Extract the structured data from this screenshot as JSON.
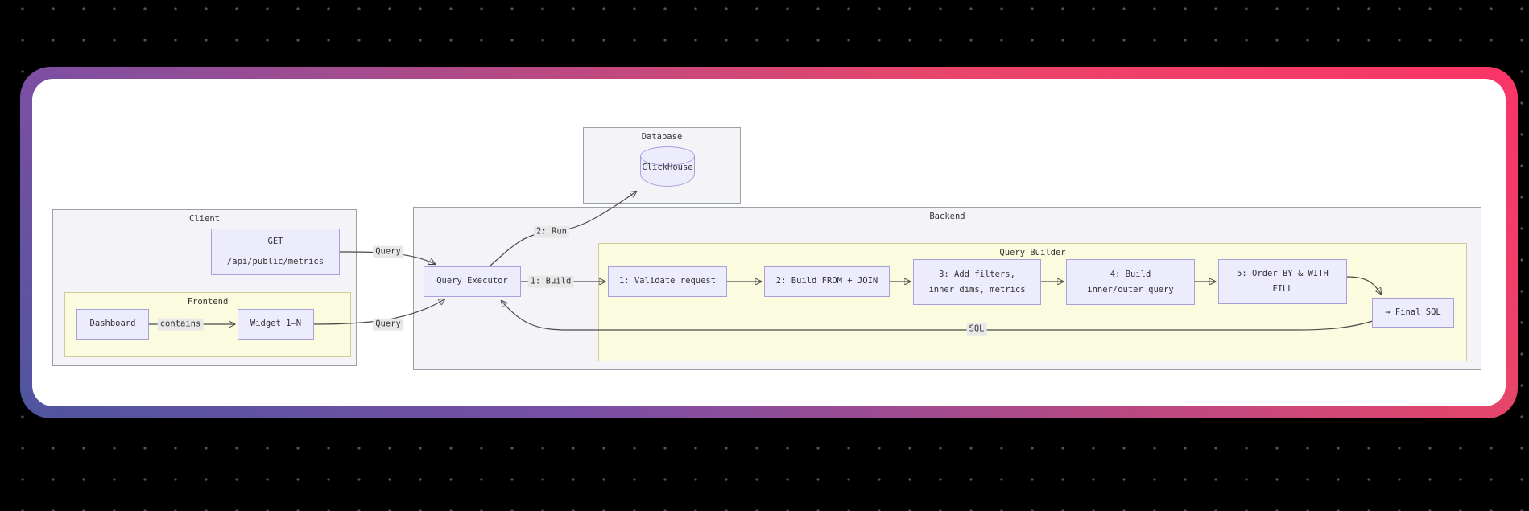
{
  "diagram": {
    "clusters": {
      "database": "Database",
      "client": "Client",
      "frontend": "Frontend",
      "backend": "Backend",
      "queryBuilder": "Query Builder"
    },
    "nodes": {
      "clickhouse": "ClickHouse",
      "getEndpoint": {
        "line1": "GET",
        "line2": "/api/public/metrics"
      },
      "dashboard": "Dashboard",
      "widget": "Widget 1–N",
      "queryExecutor": "Query Executor",
      "step1": "1: Validate request",
      "step2": "2: Build FROM + JOIN",
      "step3": {
        "line1": "3: Add filters,",
        "line2": "inner dims, metrics"
      },
      "step4": {
        "line1": "4: Build",
        "line2": "inner/outer query"
      },
      "step5": {
        "line1": "5: Order BY & WITH",
        "line2": "FILL"
      },
      "finalSql": "→ Final SQL"
    },
    "edgeLabels": {
      "queryTop": "Query",
      "queryBottom": "Query",
      "contains": "contains",
      "run": "2: Run",
      "build": "1: Build",
      "sql": "SQL"
    },
    "colors": {
      "nodeFill": "#ececfd",
      "nodeBorder": "#a8a0d9",
      "clusterGrayFill": "#f4f4f8",
      "clusterGrayBorder": "#9aa0a8",
      "clusterYellowFill": "#fbfbdf",
      "clusterYellowBorder": "#cdcd9a",
      "edgeStroke": "#4a4a4a",
      "edgeLabelBg": "#e8e8e8",
      "cardGradientStart": "#4f55a0",
      "cardGradientMid1": "#7b4fa3",
      "cardGradientMid2": "#e8456a",
      "cardGradientEnd": "#fa3468",
      "pageBackground": "#000000",
      "dotColor": "#53535c"
    }
  }
}
